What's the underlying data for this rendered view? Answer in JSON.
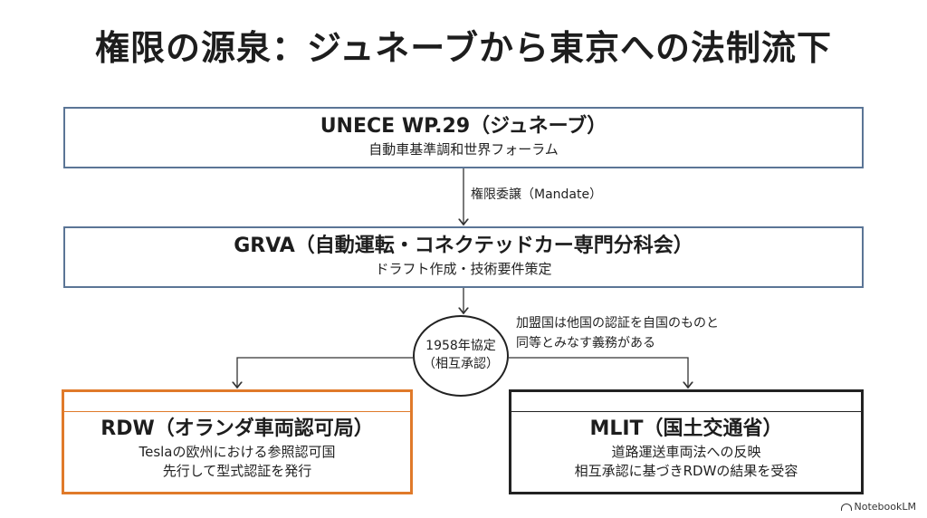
{
  "title": "権限の源泉：ジュネーブから東京への法制流下",
  "nodes": {
    "unece": {
      "heading": "UNECE WP.29（ジュネーブ）",
      "sub": "自動車基準調和世界フォーラム"
    },
    "grva": {
      "heading": "GRVA（自動運転・コネクテッドカー専門分科会）",
      "sub": "ドラフト作成・技術要件策定"
    },
    "agreement": {
      "line1": "1958年協定",
      "line2": "（相互承認）"
    },
    "rdw": {
      "heading": "RDW（オランダ車両認可局）",
      "line1": "Teslaの欧州における参照認可国",
      "line2": "先行して型式認証を発行"
    },
    "mlit": {
      "heading": "MLIT（国土交通省）",
      "line1": "道路運送車両法への反映",
      "line2": "相互承認に基づきRDWの結果を受容"
    }
  },
  "edges": {
    "mandate_label": "権限委譲（Mandate）",
    "note_line1": "加盟国は他国の認証を自国のものと",
    "note_line2": "同等とみなす義務がある"
  },
  "watermark": "NotebookLM",
  "colors": {
    "top_border": "#5b7596",
    "rdw_border": "#e07a2a",
    "mlit_border": "#222222"
  }
}
